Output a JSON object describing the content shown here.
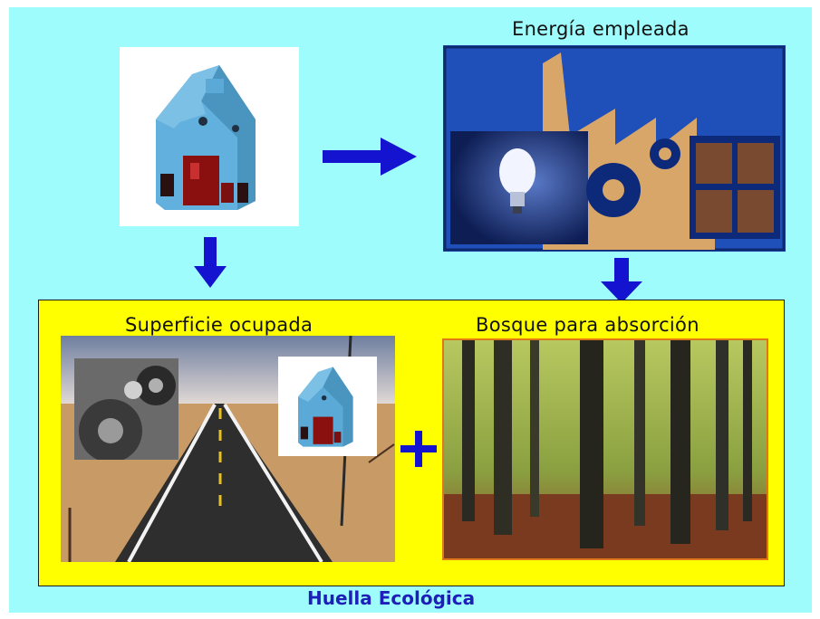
{
  "labels": {
    "energy": "Energía empleada",
    "surface": "Superficie ocupada",
    "forest": "Bosque para absorción",
    "plus": "+",
    "footer": "Huella Ecológica"
  },
  "colors": {
    "background": "#9ffcfd",
    "arrow": "#1414d0",
    "yellow_box": "#ffff00",
    "factory_sky": "#1f4fb8",
    "footer_text": "#1d1fb8"
  },
  "images": {
    "house": "paper-house-icon",
    "energy": "factory-lightbulb-gears-illustration",
    "surface": "desert-road-illustration",
    "surface_gears": "machine-gears-photo",
    "forest": "forest-photo"
  }
}
